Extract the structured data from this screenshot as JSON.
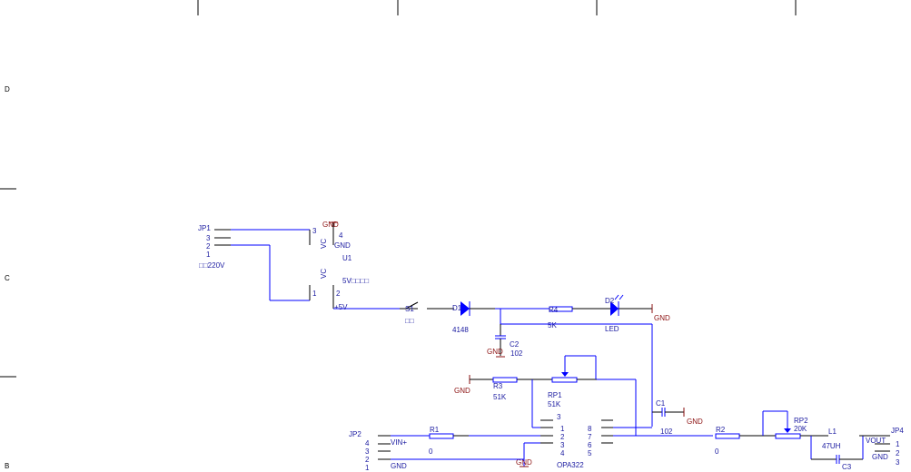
{
  "border": {
    "rows": [
      "D",
      "C",
      "B"
    ]
  },
  "transformer": {
    "ref": "JP1",
    "pins": [
      "3",
      "2",
      "1"
    ],
    "label": "□□220V"
  },
  "regulator": {
    "ref": "U1",
    "pin3": "3",
    "pin1": "1",
    "pin4": "4",
    "pin2": "2",
    "vc_a": "VC",
    "vc_b": "VC",
    "gnd_top": "GND",
    "gnd": "GND",
    "out_label": "5V□□□□",
    "v_plus": "+5V"
  },
  "switch": {
    "ref": "S1",
    "label": "□□"
  },
  "diode": {
    "ref": "D1",
    "value": "4148"
  },
  "cap_c2": {
    "ref": "C2",
    "value": "102",
    "gnd": "GND"
  },
  "res_r4": {
    "ref": "R4",
    "value": "5K"
  },
  "led": {
    "ref": "D2",
    "value": "LED",
    "gnd": "GND"
  },
  "res_r3": {
    "ref": "R3",
    "value": "51K",
    "gnd": "GND"
  },
  "pot_rp1": {
    "ref": "RP1",
    "value": "51K"
  },
  "opamp": {
    "ref": "OPA322",
    "pin_top": "3",
    "left_pins": [
      "1",
      "2",
      "3",
      "4"
    ],
    "right_pins": [
      "8",
      "7",
      "6",
      "5"
    ],
    "gnd": "GND"
  },
  "jp2": {
    "ref": "JP2",
    "pins": [
      "4",
      "3",
      "2",
      "1"
    ],
    "vin": "VIN+",
    "gnd": "GND"
  },
  "res_r1": {
    "ref": "R1",
    "value": "0"
  },
  "cap_c1": {
    "ref": "C1",
    "value": "102",
    "gnd": "GND"
  },
  "res_r2": {
    "ref": "R2",
    "value": "0"
  },
  "pot_rp2": {
    "ref": "RP2",
    "value": "20K"
  },
  "inductor": {
    "ref": "L1",
    "value": "47UH"
  },
  "cap_c3": {
    "ref": "C3"
  },
  "jp4": {
    "ref": "JP4",
    "pins": [
      "1",
      "2",
      "3"
    ],
    "vout": "VOUT",
    "gnd": "GND"
  }
}
